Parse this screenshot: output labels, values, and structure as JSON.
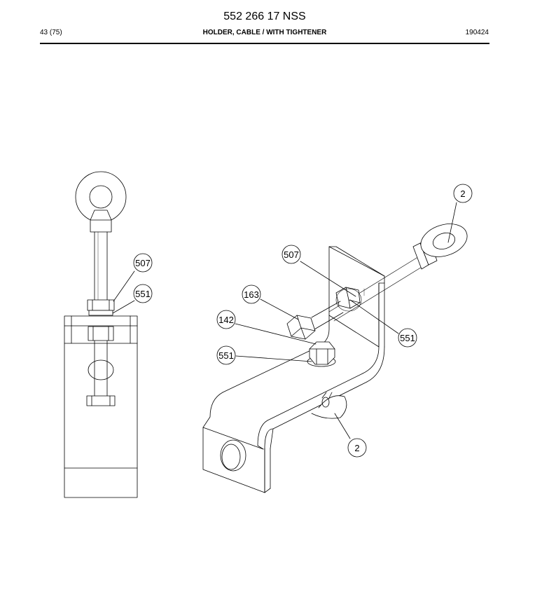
{
  "header": {
    "doc_number": "552 266 17 NSS",
    "page": "43 (75)",
    "part_name": "HOLDER, CABLE / WITH TIGHTENER",
    "date": "190424"
  },
  "callouts": {
    "side_507": "507",
    "side_551": "551",
    "iso_2_top": "2",
    "iso_507": "507",
    "iso_163": "163",
    "iso_142": "142",
    "iso_551_right": "551",
    "iso_551_left": "551",
    "iso_2_bottom": "2"
  }
}
